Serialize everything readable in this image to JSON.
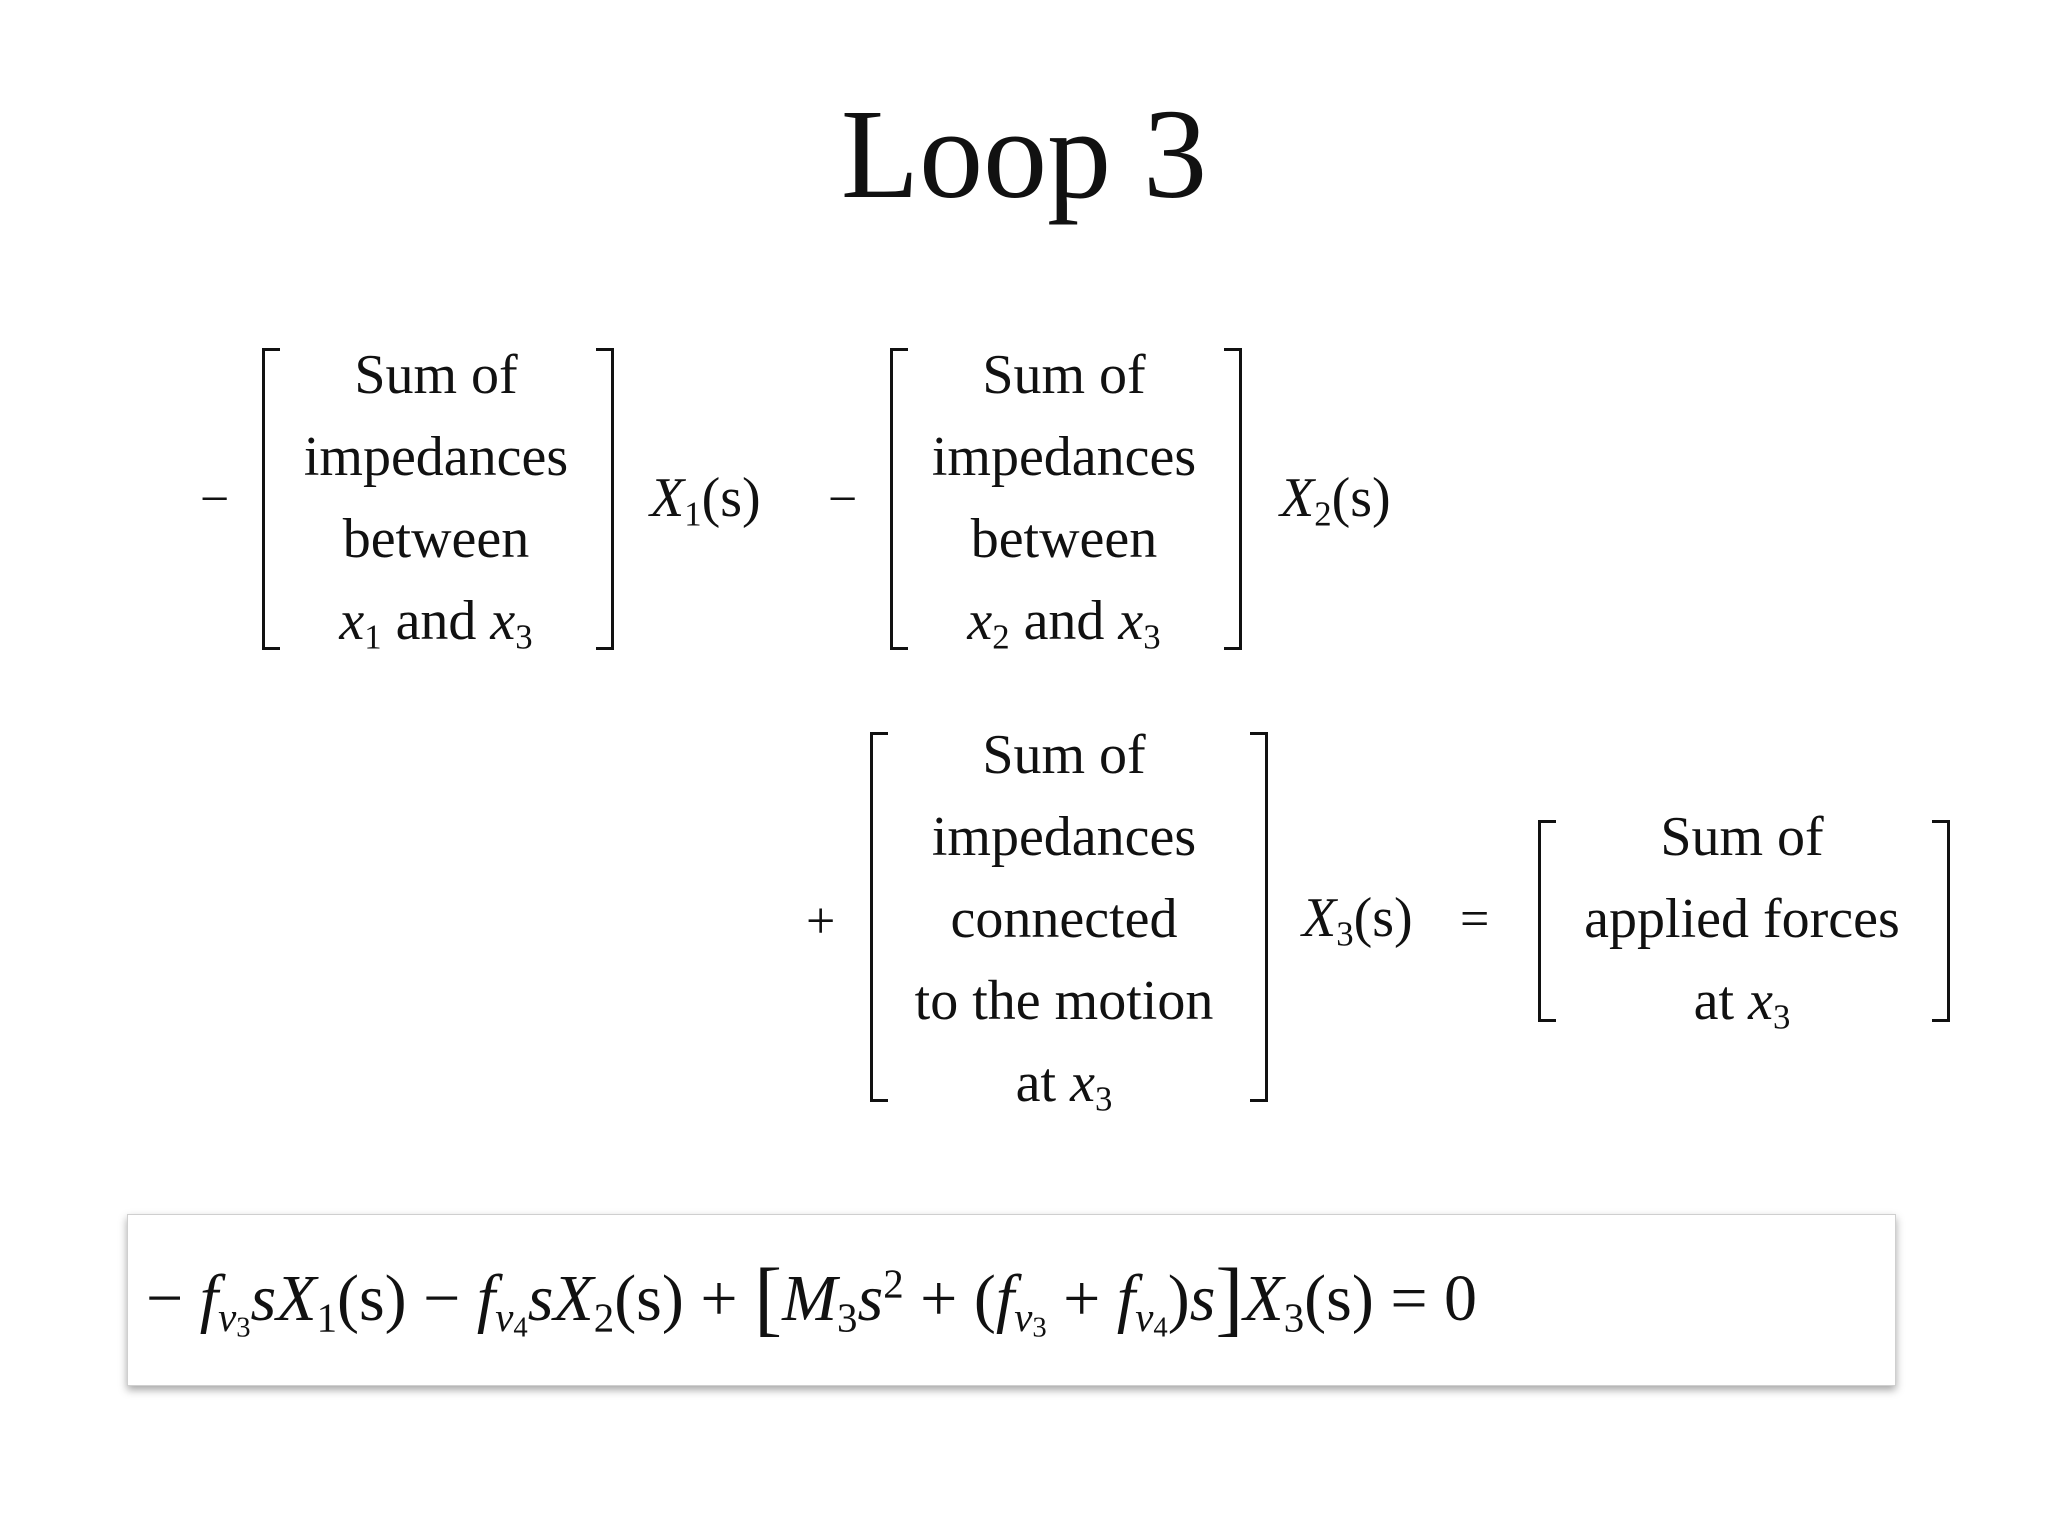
{
  "title": "Loop 3",
  "row1": {
    "minus_sign_1": "−",
    "bracket_1_lines": [
      "Sum of",
      "impedances",
      "between"
    ],
    "bracket_1_last": {
      "x_a": "x",
      "a_sub": "1",
      "and": " and ",
      "x_b": "x",
      "b_sub": "3"
    },
    "var_1": {
      "name": "X",
      "sub": "1",
      "arg": "(s)"
    },
    "minus_sign_2": "−",
    "bracket_2_lines": [
      "Sum of",
      "impedances",
      "between"
    ],
    "bracket_2_last": {
      "x_a": "x",
      "a_sub": "2",
      "and": " and ",
      "x_b": "x",
      "b_sub": "3"
    },
    "var_2": {
      "name": "X",
      "sub": "2",
      "arg": "(s)"
    }
  },
  "row2": {
    "plus_sign": "+",
    "bracket_3_lines": [
      "Sum of",
      "impedances",
      "connected",
      "to the motion"
    ],
    "bracket_3_last": {
      "at": "at ",
      "x": "x",
      "sub": "3"
    },
    "var_3": {
      "name": "X",
      "sub": "3",
      "arg": "(s)"
    },
    "equals": "=",
    "bracket_4_lines": [
      "Sum of",
      "applied forces"
    ],
    "bracket_4_last": {
      "at": "at ",
      "x": "x",
      "sub": "3"
    }
  },
  "final_equation": {
    "t1": "− ",
    "f": "f",
    "v": "v",
    "v3": "3",
    "v4": "4",
    "s": "s",
    "X": "X",
    "one": "1",
    "two": "2",
    "three": "3",
    "arg": "(s)",
    "minus": " − ",
    "plus": " + ",
    "lbr": "[",
    "rbr": "]",
    "M": "M",
    "s2": "2",
    "open": "(",
    "close": ")",
    "eq_zero": " = 0"
  }
}
